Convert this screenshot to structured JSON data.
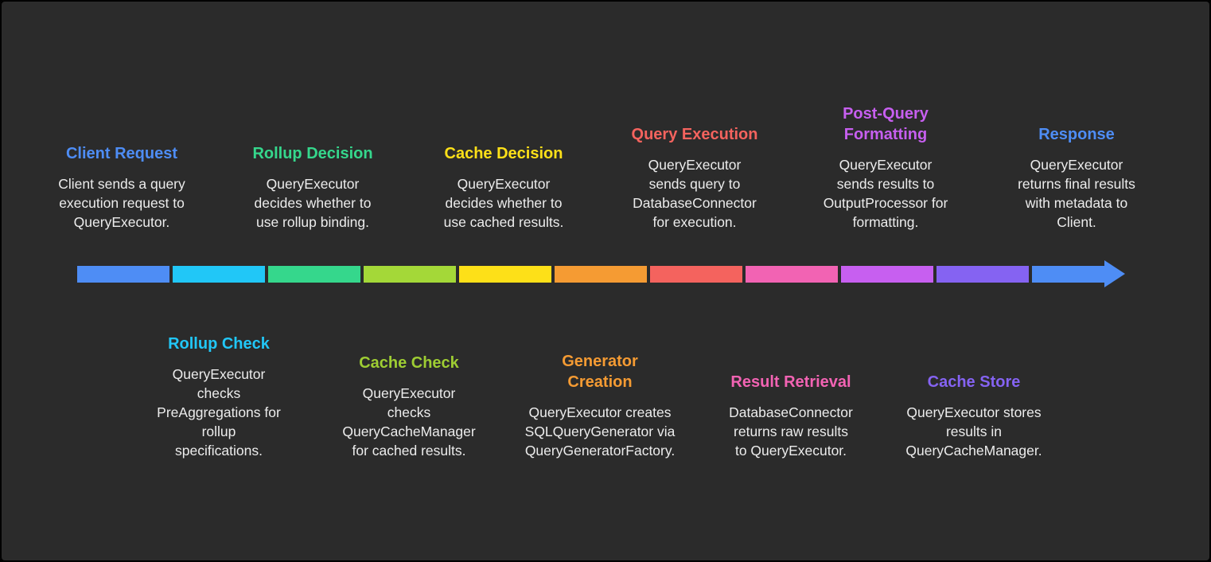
{
  "diagram": {
    "background": "#2b2b2b",
    "text_color": "#ececec",
    "top_steps": [
      {
        "title": "Client Request",
        "body": "Client sends a query\nexecution request to\nQueryExecutor.",
        "color": "#4e8df5"
      },
      {
        "title": "Rollup Decision",
        "body": "QueryExecutor\ndecides whether to\nuse rollup binding.",
        "color": "#35d78c"
      },
      {
        "title": "Cache Decision",
        "body": "QueryExecutor\ndecides whether to\nuse cached results.",
        "color": "#fde018"
      },
      {
        "title": "Query Execution",
        "body": "QueryExecutor\nsends query to\nDatabaseConnector\nfor execution.",
        "color": "#f4635e"
      },
      {
        "title": "Post-Query\nFormatting",
        "body": "QueryExecutor\nsends results to\nOutputProcessor for\nformatting.",
        "color": "#c75ff0"
      },
      {
        "title": "Response",
        "body": "QueryExecutor\nreturns final results\nwith metadata to\nClient.",
        "color": "#4e8df5"
      }
    ],
    "bottom_steps": [
      {
        "title": "Rollup Check",
        "body": "QueryExecutor\nchecks\nPreAggregations for\nrollup\nspecifications.",
        "color": "#21c7f7"
      },
      {
        "title": "Cache Check",
        "body": "QueryExecutor\nchecks\nQueryCacheManager\nfor cached results.",
        "color": "#9ecd33"
      },
      {
        "title": "Generator\nCreation",
        "body": "QueryExecutor creates\nSQLQueryGenerator via\nQueryGeneratorFactory.",
        "color": "#f59b33"
      },
      {
        "title": "Result Retrieval",
        "body": "DatabaseConnector\nreturns raw results\nto QueryExecutor.",
        "color": "#f263b3"
      },
      {
        "title": "Cache Store",
        "body": "QueryExecutor stores\nresults in\nQueryCacheManager.",
        "color": "#8563f2"
      }
    ],
    "arrow": {
      "segment_colors": [
        "#4e8df5",
        "#21c7f7",
        "#35d78c",
        "#a4d838",
        "#fde018",
        "#f59b33",
        "#f4635e",
        "#f263b3",
        "#c75ff0",
        "#8563f2",
        "#4e8df5"
      ],
      "head_color": "#4e8df5"
    }
  }
}
